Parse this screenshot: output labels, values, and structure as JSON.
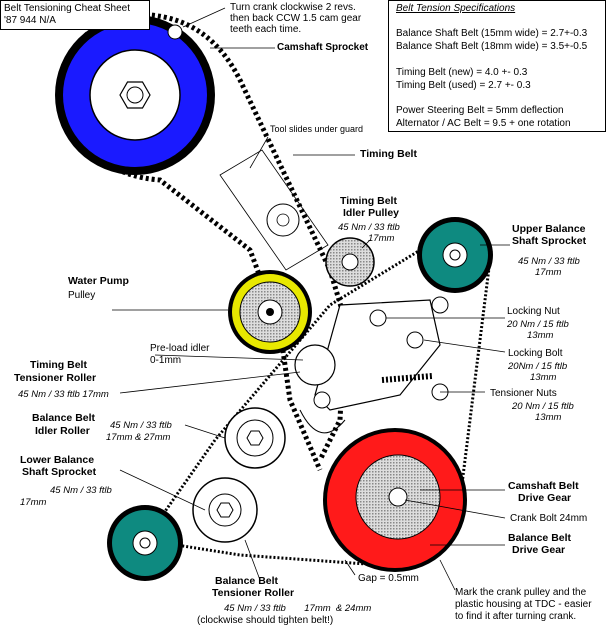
{
  "title_box": {
    "line1": "Belt Tensioning Cheat Sheet",
    "line2": "'87 944 N/A"
  },
  "specs": {
    "title": "Belt Tension Specifications",
    "lines": [
      "Balance Shaft Belt (15mm wide) = 2.7+-0.3",
      "Balance Shaft Belt (18mm wide) = 3.5+-0.5",
      "",
      "Timing Belt (new) = 4.0 +- 0.3",
      "Timing Belt (used) = 2.7 +- 0.3",
      "",
      "Power Steering Belt = 5mm deflection",
      "Alternator / AC Belt = 9.5 + one rotation"
    ]
  },
  "notes": {
    "crank_turn_1": "Turn crank clockwise 2 revs.",
    "crank_turn_2": "then back CCW 1.5 cam gear",
    "crank_turn_3": "teeth each time.",
    "tool_slides": "Tool slides under guard",
    "preload_1": "Pre-load idler",
    "preload_2": "0-1mm",
    "gap": "Gap = 0.5mm",
    "mark_1": "Mark the crank pulley and the",
    "mark_2": "plastic housing at TDC - easier",
    "mark_3": "to find it after turning crank."
  },
  "labels": {
    "camshaft_sprocket": "Camshaft Sprocket",
    "timing_belt": "Timing Belt",
    "idler_pulley_1": "Timing Belt",
    "idler_pulley_2": "Idler Pulley",
    "idler_pulley_spec": "45 Nm / 33 ftlb",
    "idler_pulley_size": "17mm",
    "upper_balance_1": "Upper Balance",
    "upper_balance_2": "Shaft Sprocket",
    "upper_balance_spec": "45 Nm / 33 ftlb",
    "upper_balance_size": "17mm",
    "water_pump_1": "Water Pump",
    "water_pump_2": "Pulley",
    "locking_nut": "Locking Nut",
    "locking_nut_spec": "20 Nm / 15 ftlb",
    "locking_nut_size": "13mm",
    "locking_bolt": "Locking Bolt",
    "locking_bolt_spec": "20Nm / 15 ftlb",
    "locking_bolt_size": "13mm",
    "tensioner_nuts": "Tensioner Nuts",
    "tensioner_nuts_spec": "20 Nm / 15 ftlb",
    "tensioner_nuts_size": "13mm",
    "tb_tensioner_1": "Timing Belt",
    "tb_tensioner_2": "Tensioner Roller",
    "tb_tensioner_spec": "45 Nm / 33 ftlb  17mm",
    "bb_idler_1": "Balance Belt",
    "bb_idler_2": "Idler Roller",
    "bb_idler_spec": "45 Nm / 33 ftlb",
    "bb_idler_size": "17mm & 27mm",
    "lower_balance_1": "Lower Balance",
    "lower_balance_2": "Shaft Sprocket",
    "lower_balance_spec": "45 Nm / 33 ftlb",
    "lower_balance_size": "17mm",
    "cam_drive_1": "Camshaft Belt",
    "cam_drive_2": "Drive Gear",
    "crank_bolt": "Crank Bolt 24mm",
    "bal_drive_1": "Balance Belt",
    "bal_drive_2": "Drive Gear",
    "bb_tensioner_1": "Balance Belt",
    "bb_tensioner_2": "Tensioner Roller",
    "bb_tensioner_spec": "45 Nm / 33 ftlb       17mm  & 24mm",
    "bb_tensioner_note": "(clockwise should tighten belt!)"
  },
  "colors": {
    "camshaft_sprocket": "#1a1aff",
    "balance_sprocket": "#0e8a80",
    "water_pump": "#e8e800",
    "crank_gear": "#ff1a1a"
  }
}
